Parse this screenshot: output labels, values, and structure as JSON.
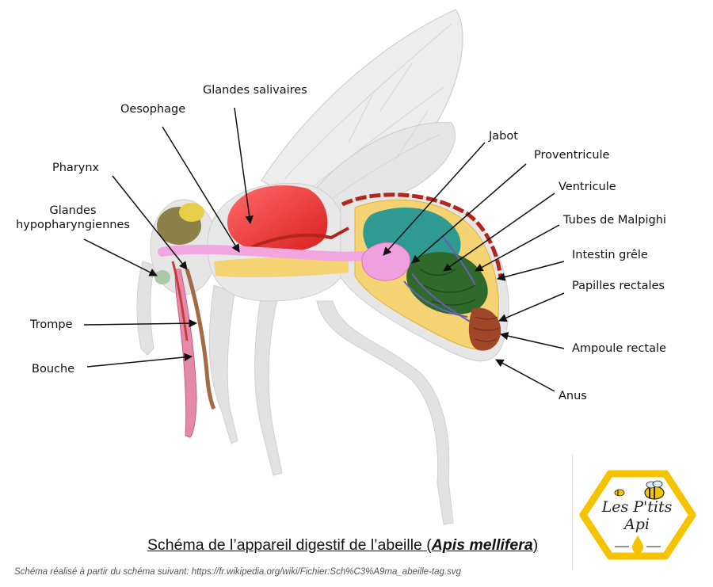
{
  "labels": {
    "glandes_salivaires": "Glandes salivaires",
    "oesophage": "Oesophage",
    "pharynx": "Pharynx",
    "glandes_hypo_line1": "Glandes",
    "glandes_hypo_line2": "hypopharyngiennes",
    "trompe": "Trompe",
    "bouche": "Bouche",
    "jabot": "Jabot",
    "proventricule": "Proventricule",
    "ventricule": "Ventricule",
    "tubes_malpighi": "Tubes de Malpighi",
    "intestin_grele": "Intestin grêle",
    "papilles_rectales": "Papilles rectales",
    "ampoule_rectale": "Ampoule rectale",
    "anus": "Anus"
  },
  "caption": {
    "title_prefix": "Schéma de l’appareil digestif de l’abeille (",
    "title_species": "Apis mellifera",
    "title_suffix": ")",
    "credit": "Schéma réalisé à partir du schéma suivant: https://fr.wikipedia.org/wiki/Fichier:Sch%C3%A9ma_abeille-tag.svg"
  },
  "logo": {
    "text": "Les P'tits Api",
    "color": "#f5c400"
  },
  "colors": {
    "body_outline": "#e3e3e3",
    "wing": "#ececec",
    "salivary": "#ee3b3b",
    "esophagus": "#f2a6e0",
    "crop": "#f0a0df",
    "abdomen_fill": "#f4d372",
    "ventricle": "#2d8e86",
    "intestine": "#2f6a2c",
    "rectum": "#a0472a",
    "malpighi": "#6a5fb8"
  }
}
